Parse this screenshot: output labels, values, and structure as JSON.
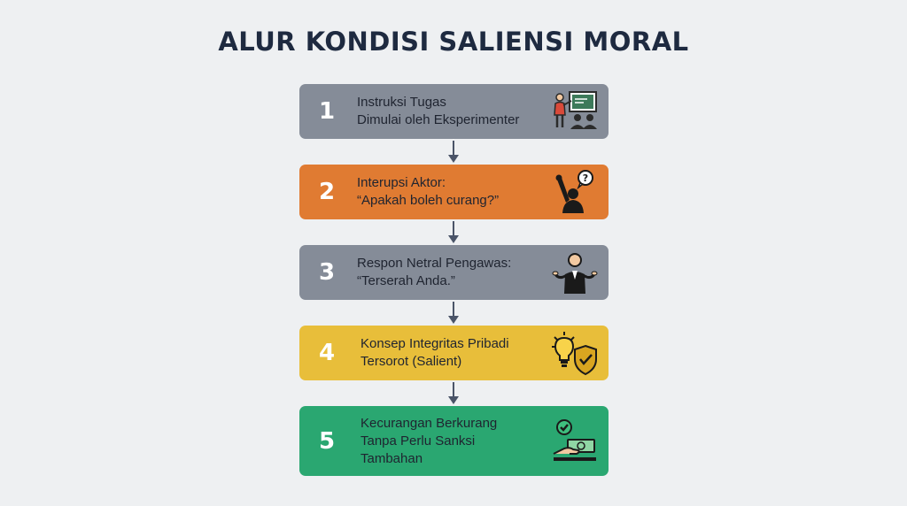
{
  "title": "ALUR KONDISI SALIENSI MORAL",
  "steps": [
    {
      "number": "1",
      "lines": [
        "Instruksi Tugas",
        "Dimulai oleh Eksperimenter"
      ],
      "icon": "teacher-presenting-icon",
      "color": "#858c98"
    },
    {
      "number": "2",
      "lines": [
        "Interupsi Aktor:",
        "“Apakah boleh curang?”"
      ],
      "icon": "raised-hand-question-icon",
      "color": "#e07b32"
    },
    {
      "number": "3",
      "lines": [
        "Respon Netral Pengawas:",
        "“Terserah Anda.”"
      ],
      "icon": "shrugging-person-icon",
      "color": "#858c98"
    },
    {
      "number": "4",
      "lines": [
        "Konsep Integritas Pribadi",
        "Tersorot (Salient)"
      ],
      "icon": "lightbulb-shield-icon",
      "color": "#e8be3a"
    },
    {
      "number": "5",
      "lines": [
        "Kecurangan Berkurang",
        "Tanpa Perlu Sanksi",
        "Tambahan"
      ],
      "icon": "check-money-hand-icon",
      "color": "#2aa771"
    }
  ],
  "arrow_color": "#4a5468"
}
